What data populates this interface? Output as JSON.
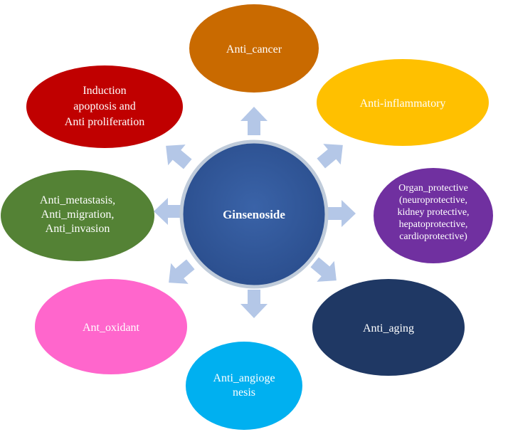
{
  "center": {
    "label": "Ginsenoside",
    "color": "#2F5597"
  },
  "nodes": [
    {
      "id": "anti-cancer",
      "lines": [
        "Anti_cancer"
      ],
      "color": "#C96A00"
    },
    {
      "id": "anti-inflammatory",
      "lines": [
        "Anti-inflammatory"
      ],
      "color": "#FFC000"
    },
    {
      "id": "organ-protective",
      "lines": [
        "Organ_protective",
        "(neuroprotective,",
        "kidney protective,",
        "hepatoprotective,",
        "cardioprotective)"
      ],
      "color": "#7030A0"
    },
    {
      "id": "anti-aging",
      "lines": [
        "Anti_aging"
      ],
      "color": "#1F3864"
    },
    {
      "id": "anti-angiogenesis",
      "lines": [
        "Anti_angioge",
        "nesis"
      ],
      "color": "#00B0F0"
    },
    {
      "id": "anti-oxidant",
      "lines": [
        "Ant_oxidant"
      ],
      "color": "#FF66CC"
    },
    {
      "id": "anti-metastasis",
      "lines": [
        "Anti_metastasis,",
        "Anti_migration,",
        "Anti_invasion"
      ],
      "color": "#548235"
    },
    {
      "id": "induction-apoptosis",
      "lines": [
        "Induction",
        "apoptosis   and",
        "Anti proliferation"
      ],
      "color": "#C00000"
    }
  ],
  "arrow_color": "#B4C7E7"
}
